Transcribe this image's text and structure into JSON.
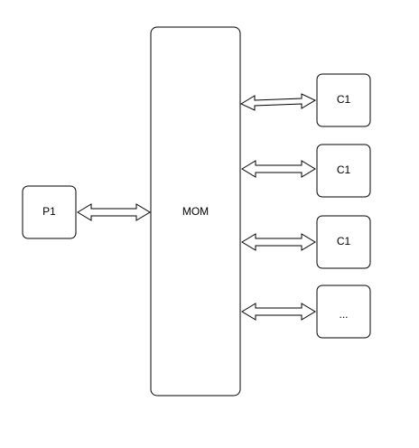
{
  "diagram": {
    "producer": {
      "label": "P1"
    },
    "broker": {
      "label": "MOM"
    },
    "consumers": [
      {
        "label": "C1"
      },
      {
        "label": "C1"
      },
      {
        "label": "C1"
      },
      {
        "label": "..."
      }
    ]
  }
}
